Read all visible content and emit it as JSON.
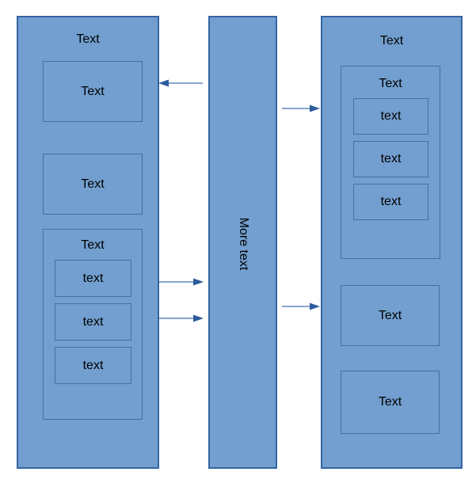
{
  "diagram": {
    "left_panel": {
      "title": "Text",
      "box_top": {
        "label": "Text"
      },
      "box_middle": {
        "label": "Text"
      },
      "group": {
        "title": "Text",
        "items": [
          {
            "label": "text"
          },
          {
            "label": "text"
          },
          {
            "label": "text"
          }
        ]
      }
    },
    "middle_column": {
      "label": "More text"
    },
    "right_panel": {
      "title": "Text",
      "group": {
        "title": "Text",
        "items": [
          {
            "label": "text"
          },
          {
            "label": "text"
          },
          {
            "label": "text"
          }
        ]
      },
      "box_middle": {
        "label": "Text"
      },
      "box_bottom": {
        "label": "Text"
      }
    },
    "arrows": [
      {
        "name": "arrow-middle-to-left",
        "direction": "left"
      },
      {
        "name": "arrow-left-to-middle-upper",
        "direction": "right"
      },
      {
        "name": "arrow-left-to-middle-lower",
        "direction": "right"
      },
      {
        "name": "arrow-middle-to-right-upper",
        "direction": "right"
      },
      {
        "name": "arrow-middle-to-right-lower",
        "direction": "right"
      }
    ],
    "colors": {
      "shape_fill": "#729FCF",
      "shape_border_outer": "#3465A4",
      "shape_border_inner": "#4070A8",
      "arrow_line": "#6089BD",
      "arrow_head": "#2E5C9C",
      "text": "#000000",
      "background": "#FFFFFF"
    }
  }
}
